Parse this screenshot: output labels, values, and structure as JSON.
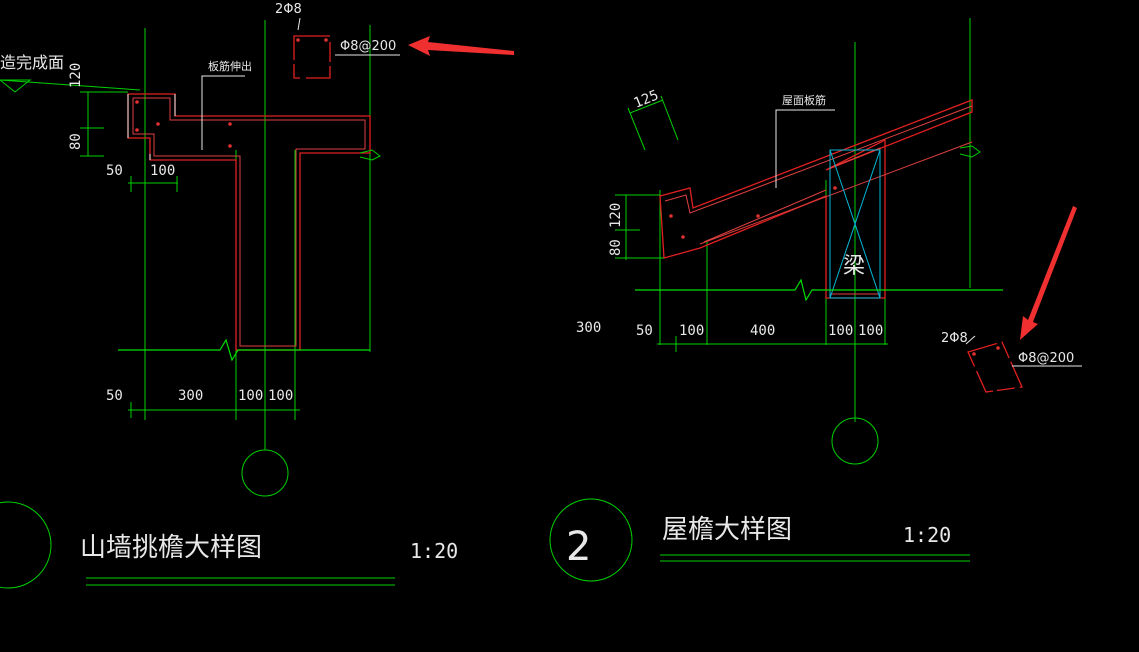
{
  "colors": {
    "background": "#000000",
    "dimension_lines": "#00d000",
    "rebar": "#e02020",
    "text": "#e8e8e8",
    "beam_cross": "#00b8d8",
    "annotation_arrow": "#f03030"
  },
  "left_detail": {
    "title": "山墙挑檐大样图",
    "scale": "1:20",
    "finish_label": "造完成面",
    "rebar_label": "板筋伸出",
    "top_bars": "2Φ8",
    "stirrup": "Φ8@200",
    "dims_vertical": [
      "120",
      "80"
    ],
    "dims_mid": [
      "50",
      "100"
    ],
    "dims_bottom": [
      "50",
      "300",
      "100",
      "100"
    ]
  },
  "right_detail": {
    "number": "2",
    "title": "屋檐大样图",
    "scale": "1:20",
    "slope_dim": "125",
    "rebar_label": "屋面板筋",
    "beam_label": "梁",
    "top_bars": "2Φ8",
    "stirrup": "Φ8@200",
    "dims_vertical": [
      "120",
      "80"
    ],
    "dims_bottom": [
      "300",
      "50",
      "100",
      "400",
      "100",
      "100"
    ]
  }
}
